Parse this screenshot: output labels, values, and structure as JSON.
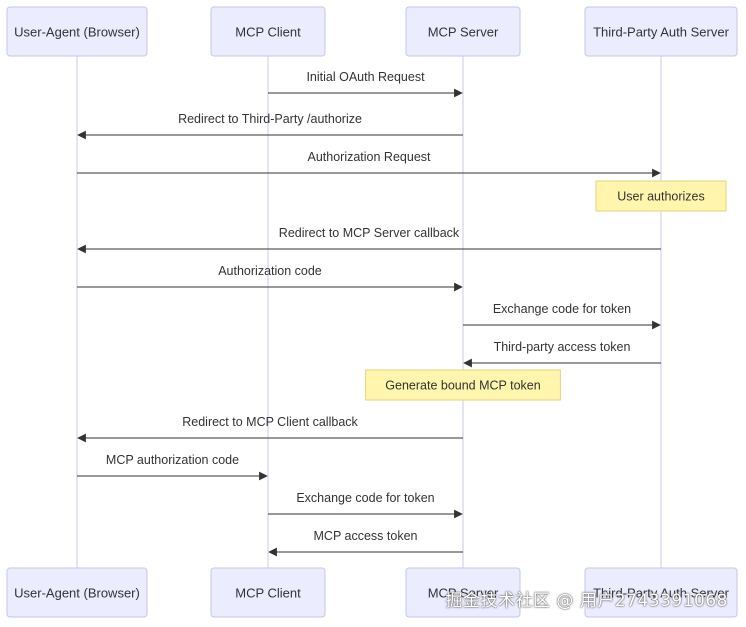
{
  "participants": [
    {
      "id": "ua",
      "label": "User-Agent (Browser)"
    },
    {
      "id": "client",
      "label": "MCP Client"
    },
    {
      "id": "server",
      "label": "MCP Server"
    },
    {
      "id": "auth",
      "label": "Third-Party Auth Server"
    }
  ],
  "messages": [
    {
      "from": "client",
      "to": "server",
      "label": "Initial OAuth Request"
    },
    {
      "from": "server",
      "to": "ua",
      "label": "Redirect to Third-Party /authorize"
    },
    {
      "from": "ua",
      "to": "auth",
      "label": "Authorization Request"
    },
    {
      "note": "User authorizes",
      "over": "auth"
    },
    {
      "from": "auth",
      "to": "ua",
      "label": "Redirect to MCP Server callback"
    },
    {
      "from": "ua",
      "to": "server",
      "label": "Authorization code"
    },
    {
      "from": "server",
      "to": "auth",
      "label": "Exchange code for token"
    },
    {
      "from": "auth",
      "to": "server",
      "label": "Third-party access token"
    },
    {
      "note": "Generate bound MCP token",
      "over": "server"
    },
    {
      "from": "server",
      "to": "ua",
      "label": "Redirect to MCP Client callback"
    },
    {
      "from": "ua",
      "to": "client",
      "label": "MCP authorization code"
    },
    {
      "from": "client",
      "to": "server",
      "label": "Exchange code for token"
    },
    {
      "from": "server",
      "to": "client",
      "label": "MCP access token"
    }
  ],
  "colors": {
    "actor_fill": "#ececff",
    "actor_border": "#c6c6e8",
    "lifeline": "#dcdcf2",
    "arrow": "#333333",
    "note_fill": "#fff5ad",
    "note_border": "#e3d57a"
  },
  "watermark": "掘金技术社区 @ 用户2743391068"
}
